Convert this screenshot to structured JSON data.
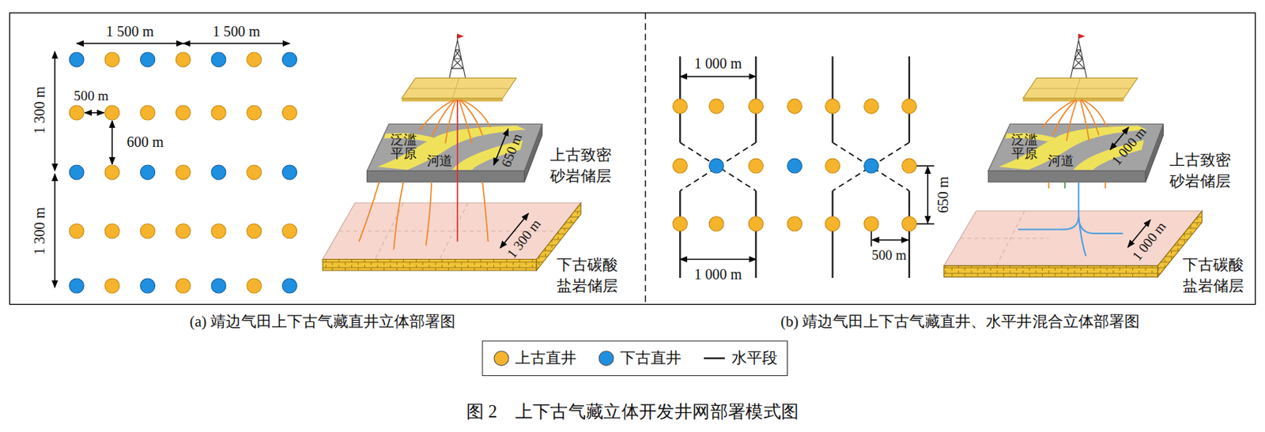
{
  "diagram": {
    "caption": "图 2　上下古气藏立体开发井网部署模式图",
    "labels": [
      "1 500 m",
      "1 500 m",
      "1 300 m",
      "500 m",
      "600 m",
      "1 300 m",
      "泛滥 平原",
      "河道",
      "650 m",
      "上古致密 砂岩储层",
      "1 300 m",
      "下古碳酸 盐岩储层",
      "(a) 靖边气田上下古气藏直井立体部署图",
      "1 000 m",
      "650 m",
      "500 m",
      "1 000 m",
      "泛滥 平原",
      "河道",
      "1 000 m",
      "上古致密 砂岩储层",
      "1 000 m",
      "下古碳酸 盐岩储层",
      "(b) 靖边气田上下古气藏直井、水平井混合立体部署图"
    ],
    "legend": [
      {
        "text": "上古直井",
        "color": "#f6b42c"
      },
      {
        "text": "下古直井",
        "color": "#1f8fe0"
      },
      {
        "text": "水平段"
      }
    ]
  }
}
